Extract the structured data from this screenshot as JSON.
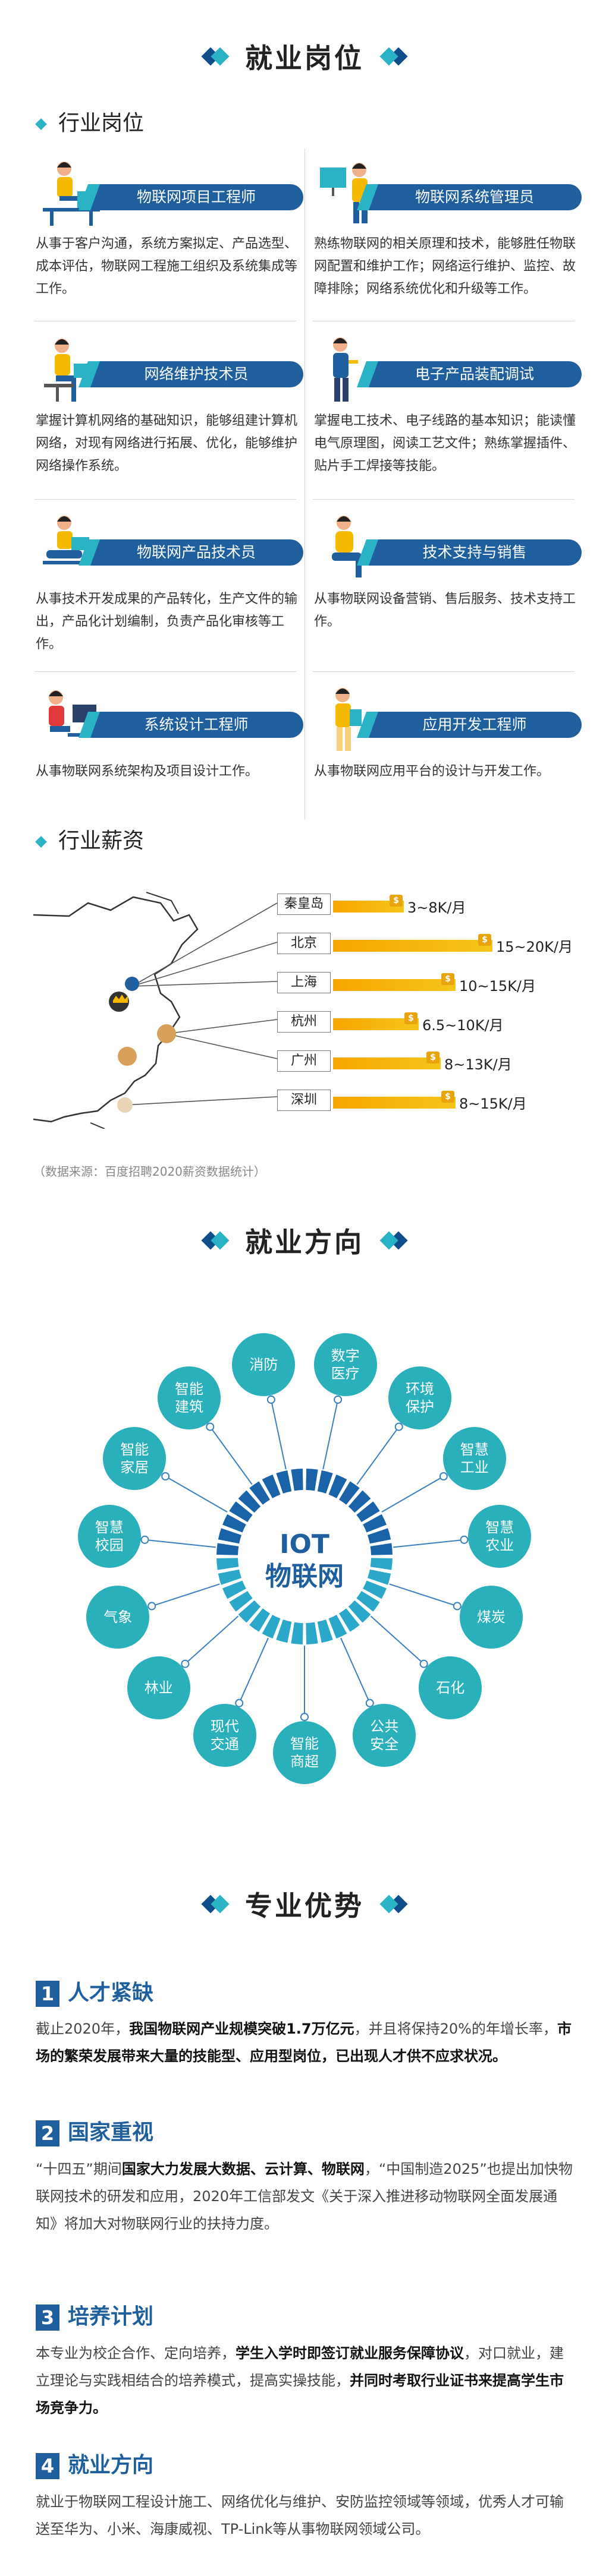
{
  "sections": {
    "jobs_title": "就业岗位",
    "direction_title": "就业方向",
    "advantage_title": "专业优势"
  },
  "subheads": {
    "industry_jobs": "行业岗位",
    "industry_salary": "行业薪资"
  },
  "jobs": [
    {
      "title": "物联网项目工程师",
      "desc": "从事于客户沟通，系统方案拟定、产品选型、成本评估，物联网工程施工组织及系统集成等工作。"
    },
    {
      "title": "物联网系统管理员",
      "desc": "熟练物联网的相关原理和技术，能够胜任物联网配置和维护工作；网络运行维护、监控、故障排除；网络系统优化和升级等工作。"
    },
    {
      "title": "网络维护技术员",
      "desc": "掌握计算机网络的基础知识，能够组建计算机网络，对现有网络进行拓展、优化，能够维护网络操作系统。"
    },
    {
      "title": "电子产品装配调试",
      "desc": "掌握电工技术、电子线路的基本知识；能读懂电气原理图，阅读工艺文件；熟练掌握插件、贴片手工焊接等技能。"
    },
    {
      "title": "物联网产品技术员",
      "desc": "从事技术开发成果的产品转化，生产文件的输出，产品化计划编制，负责产品化审核等工作。"
    },
    {
      "title": "技术支持与销售",
      "desc": "从事物联网设备营销、售后服务、技术支持工作。"
    },
    {
      "title": "系统设计工程师",
      "desc": "从事物联网系统架构及项目设计工作。"
    },
    {
      "title": "应用开发工程师",
      "desc": "从事物联网应用平台的设计与开发工作。"
    }
  ],
  "salaries": [
    {
      "city": "秦皇岛",
      "range": "3~8K/月",
      "low": 3,
      "high": 8
    },
    {
      "city": "北京",
      "range": "15~20K/月",
      "low": 15,
      "high": 20
    },
    {
      "city": "上海",
      "range": "10~15K/月",
      "low": 10,
      "high": 15
    },
    {
      "city": "杭州",
      "range": "6.5~10K/月",
      "low": 6.5,
      "high": 10
    },
    {
      "city": "广州",
      "range": "8~13K/月",
      "low": 8,
      "high": 13
    },
    {
      "city": "深圳",
      "range": "8~15K/月",
      "low": 8,
      "high": 15
    }
  ],
  "salary_source": "（数据来源：百度招聘2020薪资数据统计）",
  "coin_glyph": "$",
  "iot": {
    "line1": "IOT",
    "line2": "物联网"
  },
  "directions": [
    {
      "l1": "消防",
      "l2": ""
    },
    {
      "l1": "数字",
      "l2": "医疗"
    },
    {
      "l1": "环境",
      "l2": "保护"
    },
    {
      "l1": "智慧",
      "l2": "工业"
    },
    {
      "l1": "智慧",
      "l2": "农业"
    },
    {
      "l1": "煤炭",
      "l2": ""
    },
    {
      "l1": "石化",
      "l2": ""
    },
    {
      "l1": "公共",
      "l2": "安全"
    },
    {
      "l1": "智能",
      "l2": "商超"
    },
    {
      "l1": "现代",
      "l2": "交通"
    },
    {
      "l1": "林业",
      "l2": ""
    },
    {
      "l1": "气象",
      "l2": ""
    },
    {
      "l1": "智慧",
      "l2": "校园"
    },
    {
      "l1": "智能",
      "l2": "家居"
    },
    {
      "l1": "智能",
      "l2": "建筑"
    }
  ],
  "advantages": [
    {
      "num": "1",
      "title": "人才紧缺",
      "parts": [
        {
          "t": "截止2020年，",
          "b": false
        },
        {
          "t": "我国物联网产业规模突破1.7万亿元",
          "b": true
        },
        {
          "t": "，并且将保持20%的年增长率，",
          "b": false
        },
        {
          "t": "市场的繁荣发展带来大量的技能型、应用型岗位，已出现人才供不应求状况。",
          "b": true
        }
      ]
    },
    {
      "num": "2",
      "title": "国家重视",
      "parts": [
        {
          "t": "“十四五”期间",
          "b": false
        },
        {
          "t": "国家大力发展大数据、云计算、物联网",
          "b": true
        },
        {
          "t": "，“中国制造2025”也提出加快物联网技术的研发和应用，2020年工信部发文《关于深入推进移动物联网全面发展通知》将加大对物联网行业的扶持力度。",
          "b": false
        }
      ]
    },
    {
      "num": "3",
      "title": "培养计划",
      "parts": [
        {
          "t": "本专业为校企合作、定向培养，",
          "b": false
        },
        {
          "t": "学生入学时即签订就业服务保障协议",
          "b": true
        },
        {
          "t": "，对口就业，建立理论与实践相结合的培养模式，提高实操技能，",
          "b": false
        },
        {
          "t": "并同时考取行业证书来提高学生市场竞争力。",
          "b": true
        }
      ]
    },
    {
      "num": "4",
      "title": "就业方向",
      "parts": [
        {
          "t": "就业于物联网工程设计施工、网络优化与维护、安防监控领域等领域，优秀人才可输送至华为、小米、海康威视、TP-Link等从事物联网领域公司。",
          "b": false
        }
      ]
    }
  ],
  "colors": {
    "primary": "#1f5f9e",
    "accent": "#2ab3c4",
    "gold": "#f7a600"
  }
}
